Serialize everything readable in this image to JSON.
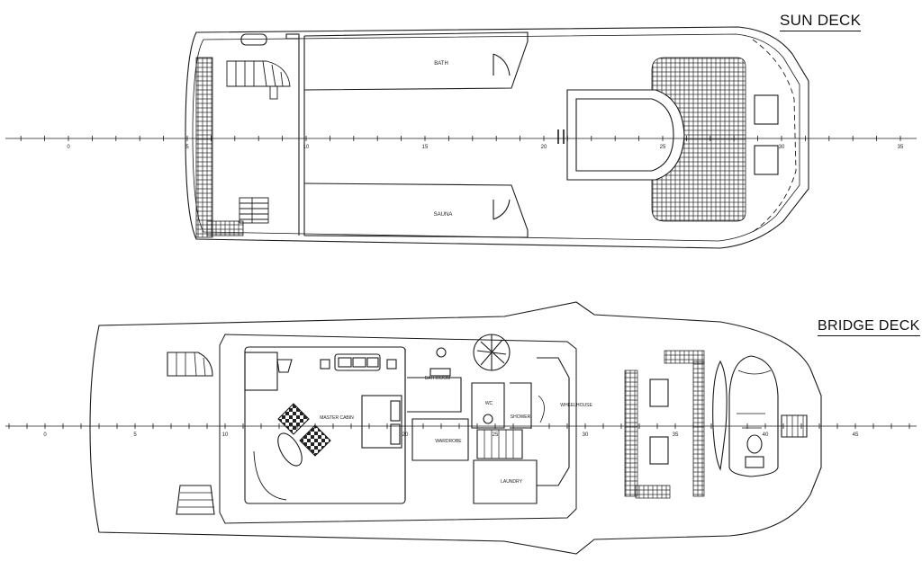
{
  "sun_deck": {
    "title": "SUN DECK",
    "rooms": {
      "bath": "BATH",
      "sauna": "SAUNA"
    },
    "ticks": [
      "0",
      "5",
      "10",
      "15",
      "20",
      "25",
      "30",
      "35"
    ]
  },
  "bridge_deck": {
    "title": "BRIDGE DECK",
    "rooms": {
      "master_cabin": "MASTER CABIN",
      "bathroom": "BATHROOM",
      "wc": "WC",
      "shower": "SHOWER",
      "wheelhouse": "WHEELHOUSE",
      "wardrobe": "WARDROBE",
      "laundry": "LAUNDRY"
    },
    "ticks": [
      "0",
      "5",
      "10",
      "20",
      "25",
      "30",
      "35",
      "40",
      "45"
    ]
  },
  "colors": {
    "line": "#1a1a1a",
    "background": "#ffffff"
  }
}
